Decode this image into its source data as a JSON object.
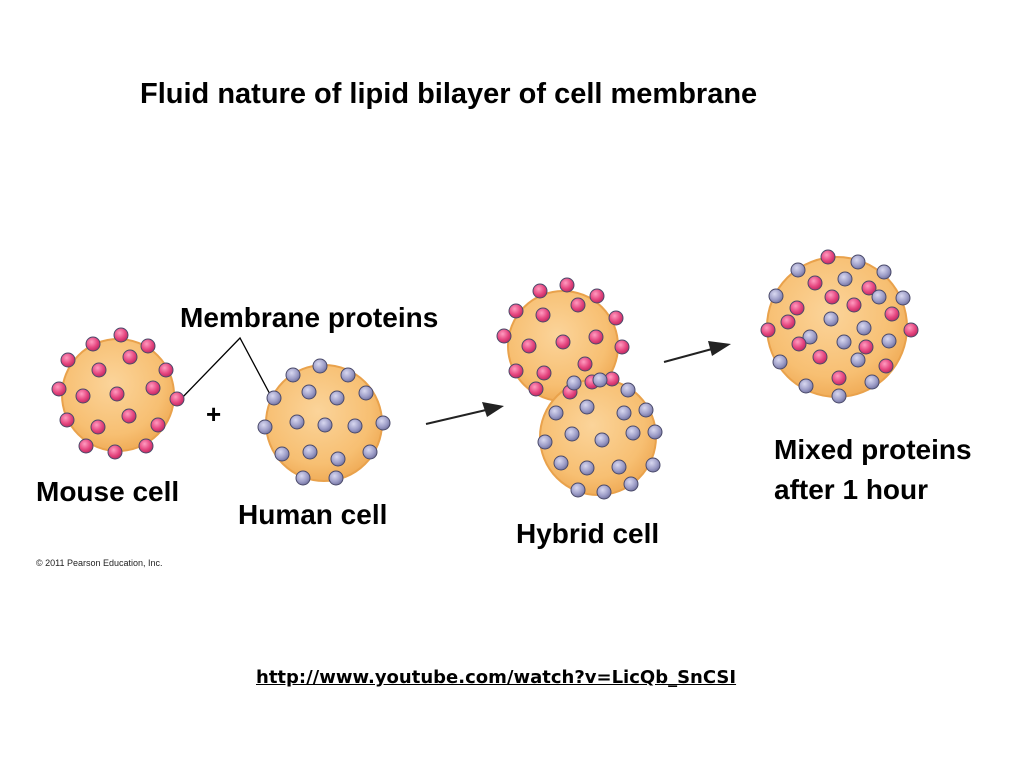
{
  "title": "Fluid nature of lipid bilayer of cell membrane",
  "labels": {
    "membrane_proteins": "Membrane proteins",
    "plus": "+",
    "mouse_cell": "Mouse cell",
    "human_cell": "Human cell",
    "hybrid_cell": "Hybrid cell",
    "mixed_line1": "Mixed proteins",
    "mixed_line2": "after 1 hour"
  },
  "copyright": "© 2011 Pearson Education, Inc.",
  "link": {
    "text": "http://www.youtube.com/watch?v=LicQb_SnCSI"
  },
  "colors": {
    "cell_fill": "#f7bf72",
    "cell_edge": "#e9a24c",
    "mouse_protein": "#e5457f",
    "human_protein": "#9e9ec8",
    "protein_outline": "#4a4a6a",
    "arrow": "#222222"
  }
}
